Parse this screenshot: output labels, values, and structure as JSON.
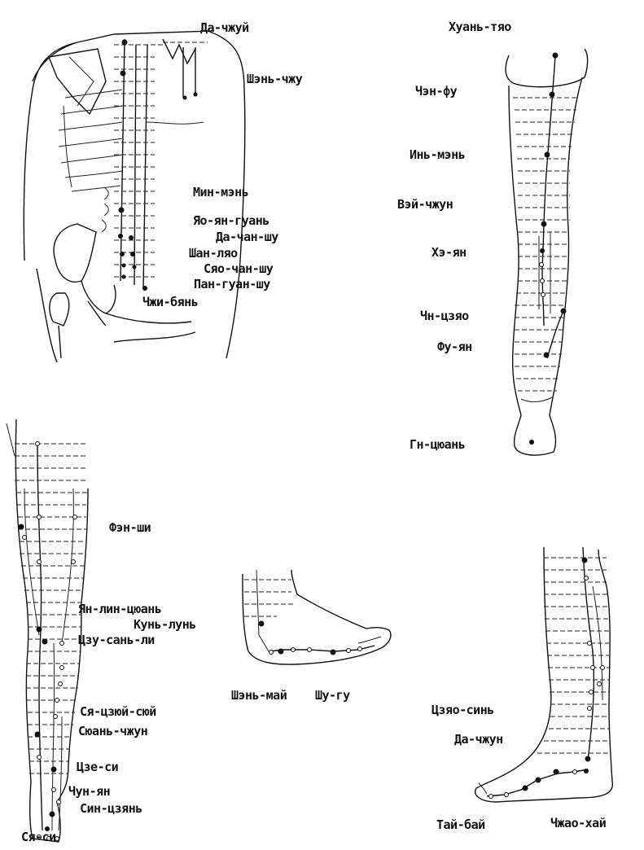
{
  "figures": {
    "back": {
      "labels": [
        "Да-чжуй",
        "Шэнь-чжу",
        "Мин-мэнь",
        "Яо-ян-гуань",
        "Да-чан-шу",
        "Шан-ляо",
        "Сяо-чан-шу",
        "Пан-гуан-шу",
        "Чжи-бянь"
      ]
    },
    "front_leg": {
      "labels": [
        "Хуань-тяо",
        "Чэн-фу",
        "Инь-мэнь",
        "Вэй-чжун",
        "Хэ-ян",
        "Чн-цзяо",
        "Фу-ян",
        "Гн-цюань"
      ]
    },
    "lateral_leg": {
      "labels": [
        "Фэн-ши",
        "Ян-лин-цюань",
        "Кунь-лунь",
        "Цзу-сань-ли",
        "Ся-цзюй-сюй",
        "Сюань-чжун",
        "Цзе-си",
        "Чун-ян",
        "Син-цзянь",
        "Ся-си"
      ]
    },
    "foot": {
      "labels": [
        "Шэнь-май",
        "Шу-гу"
      ]
    },
    "inner_leg": {
      "labels": [
        "Цзяо-синь",
        "Да-чжун",
        "Тай-бай",
        "Чжао-хай"
      ]
    }
  }
}
